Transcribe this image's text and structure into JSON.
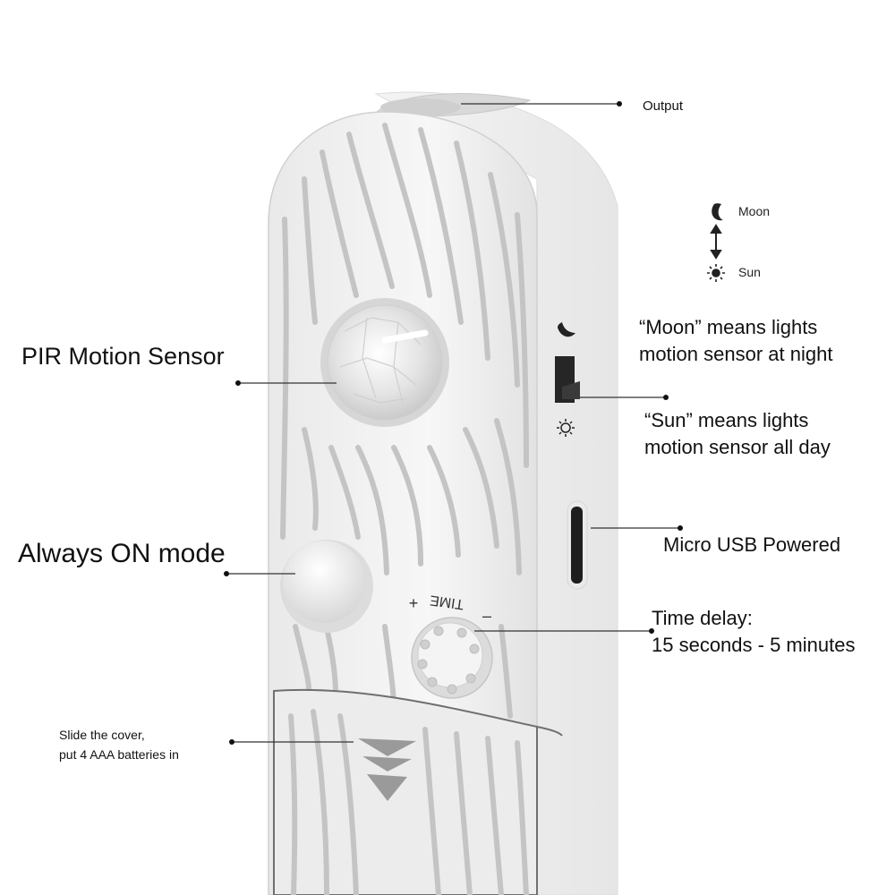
{
  "labels": {
    "output": "Output",
    "legend": {
      "moon": "Moon",
      "sun": "Sun"
    },
    "pir": "PIR Motion Sensor",
    "always_on": "Always ON mode",
    "moon_mode": [
      "“Moon” means lights",
      "motion sensor at night"
    ],
    "sun_mode": [
      "“Sun” means lights",
      "motion sensor all day"
    ],
    "usb": "Micro USB Powered",
    "time_delay": [
      "Time delay:",
      "15 seconds - 5 minutes"
    ],
    "battery": [
      "Slide the cover,",
      "put 4 AAA batteries in"
    ]
  },
  "device": {
    "time_label": "TIME",
    "plus": "+",
    "minus": "–"
  },
  "icons": [
    "moon-icon",
    "sun-icon",
    "up-down-arrow-icon",
    "switch-moon-icon",
    "switch-sun-icon"
  ]
}
